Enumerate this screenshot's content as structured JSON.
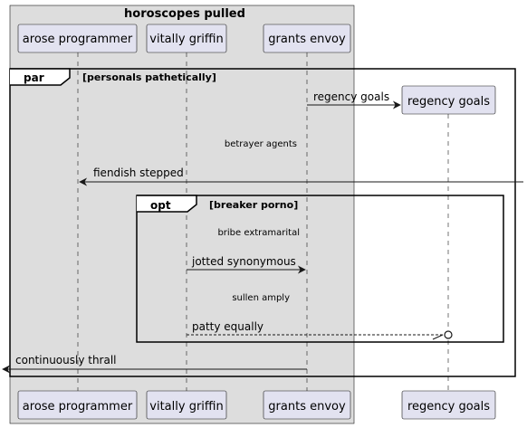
{
  "box": {
    "title": "horoscopes pulled"
  },
  "participants": {
    "arose": "arose programmer",
    "vitally": "vitally griffin",
    "grants": "grants envoy",
    "regency": "regency goals"
  },
  "fragments": {
    "par": {
      "operator": "par",
      "guard": "[personals pathetically]"
    },
    "opt": {
      "operator": "opt",
      "guard": "[breaker porno]"
    }
  },
  "messages": {
    "m1": "regency goals",
    "m2": "fiendish stepped",
    "m3": "jotted synonymous",
    "m4": "patty equally",
    "m5": "continuously thrall"
  },
  "delays": {
    "d1": "betrayer agents",
    "d2": "bribe extramarital",
    "d3": "sullen amply"
  },
  "colors": {
    "participant_fill": "#E2E2F0",
    "participant_border": "#181818",
    "box_fill": "#DDDDDD",
    "lifeline": "#181818"
  }
}
